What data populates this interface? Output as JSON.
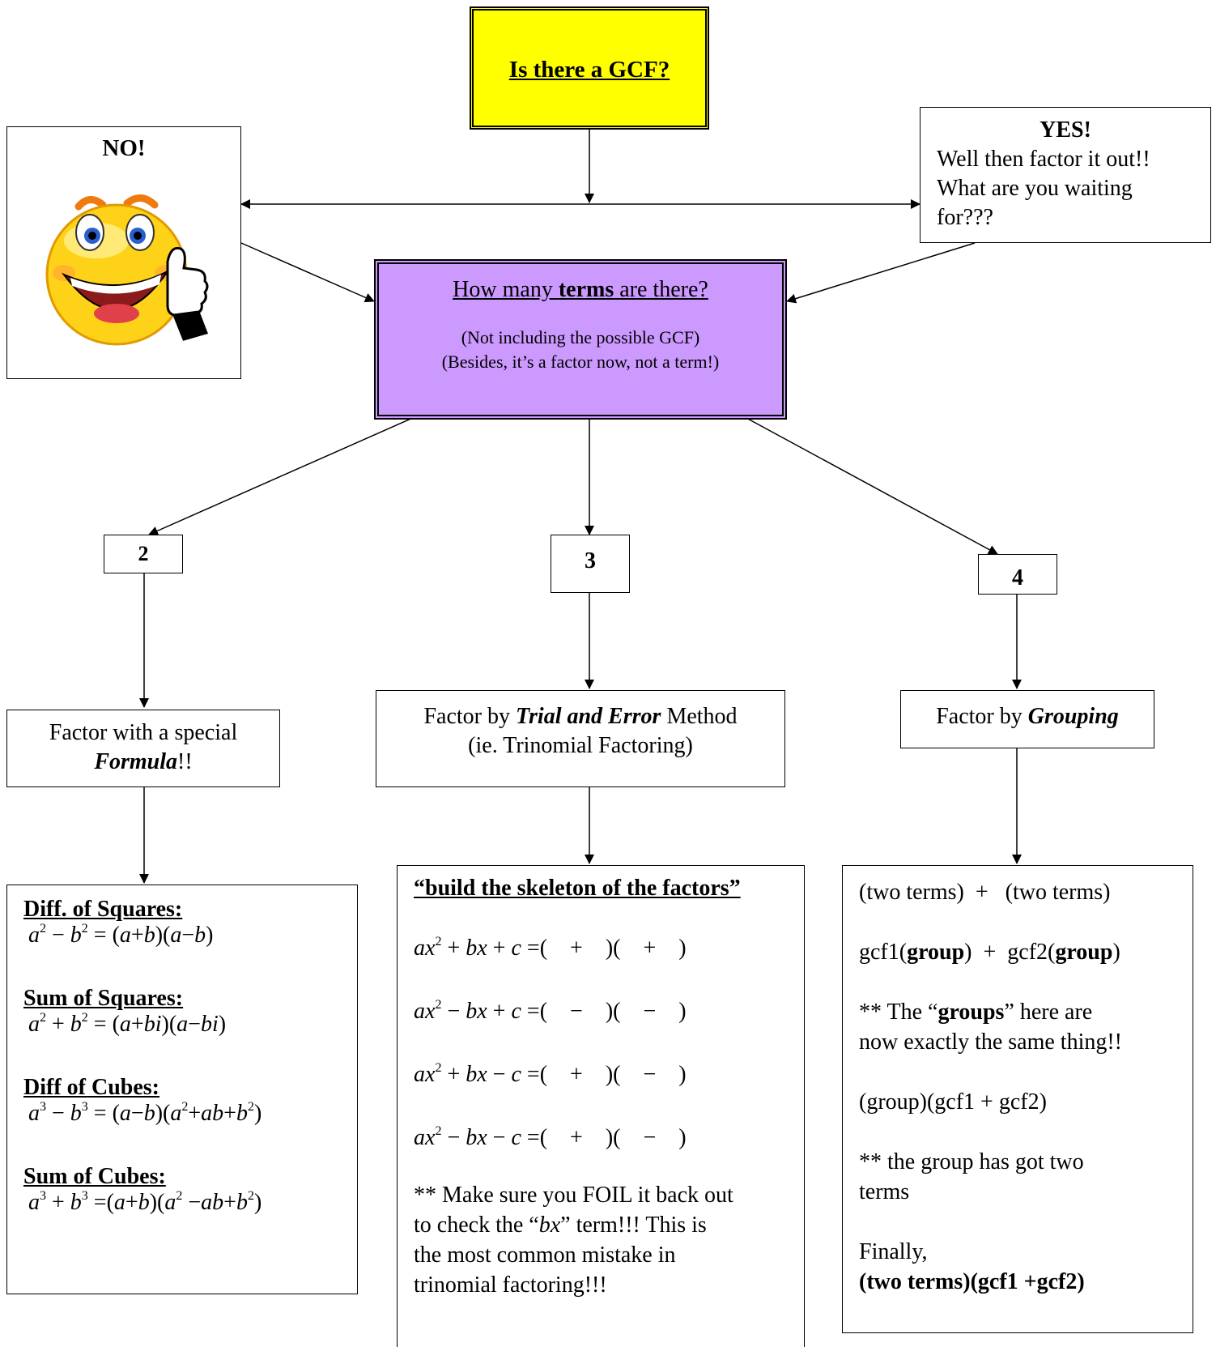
{
  "gcf_box": {
    "label": "Is there a GCF?"
  },
  "no_box": {
    "label": "NO!",
    "emoji": "smiley-thumbs-up-icon"
  },
  "yes_box": {
    "title": "YES!",
    "line1": "Well then factor it out!!",
    "line2": "What are you waiting",
    "line3": "for???"
  },
  "terms_box": {
    "line1_pre": "How many ",
    "line1_bold": "terms",
    "line1_post": " are there?",
    "line2": "(Not including the possible GCF)",
    "line3": "(Besides, it’s a factor now, not a term!)"
  },
  "num_boxes": {
    "two": "2",
    "three": "3",
    "four": "4"
  },
  "formula_box": {
    "line1": "Factor with a special",
    "line2_italic": "Formula",
    "line2_rest": "!!"
  },
  "trial_box": {
    "pre": "Factor by ",
    "italic": "Trial and Error",
    "post": " Method",
    "line2": "(ie.  Trinomial Factoring)"
  },
  "grouping_box": {
    "pre": "Factor by ",
    "italic": "Grouping"
  },
  "formulas": {
    "diff_squares_title": "Diff. of Squares:",
    "sum_squares_title": "Sum of Squares:",
    "diff_cubes_title": "Diff of Cubes:",
    "sum_cubes_title": "Sum of Cubes:"
  },
  "skeleton": {
    "title": "“build the skeleton of the factors”",
    "note1": "** Make sure you FOIL it back out",
    "note2_pre": "to check the “",
    "note2_italic": "bx",
    "note2_post": "” term!!!  This is",
    "note3": "the most common mistake in",
    "note4": "trinomial factoring!!!"
  },
  "grouping_steps": {
    "step1": "(two terms)  +   (two terms)",
    "step2_a": "gcf1(",
    "step2_b": "group",
    "step2_c": ")  +  gcf2(",
    "step2_d": "group",
    "step2_e": ")",
    "step3_a": "** The “",
    "step3_b": "groups",
    "step3_c": "” here are",
    "step3_d": "now exactly the same thing!!",
    "step4": "(group)(gcf1 + gcf2)",
    "step5_a": "** the group has got two",
    "step5_b": "terms",
    "step6_a": "Finally,",
    "step6_b": "(two terms)(gcf1 +gcf2)"
  },
  "colors": {
    "gcf_fill": "#ffff00",
    "terms_fill": "#cc99ff",
    "smiley": "#ffd700"
  }
}
